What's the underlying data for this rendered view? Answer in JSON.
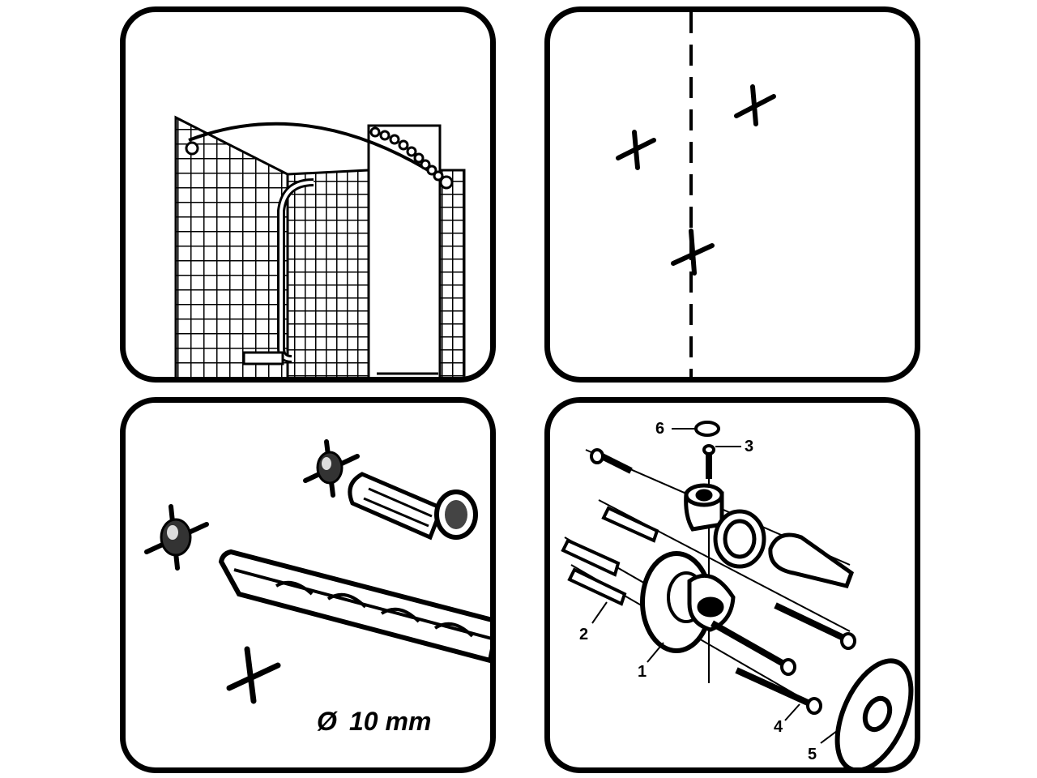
{
  "panels": [
    {
      "id": "shower-installed"
    },
    {
      "id": "mark-drill-points"
    },
    {
      "id": "drill-and-plug"
    },
    {
      "id": "exploded-assembly"
    }
  ],
  "drill": {
    "diameter_symbol": "Ø",
    "diameter_label": "10 mm"
  },
  "parts": {
    "p1": "1",
    "p2": "2",
    "p3": "3",
    "p4": "4",
    "p5": "5",
    "p6": "6"
  },
  "colors": {
    "ink": "#000000",
    "paper": "#ffffff"
  }
}
